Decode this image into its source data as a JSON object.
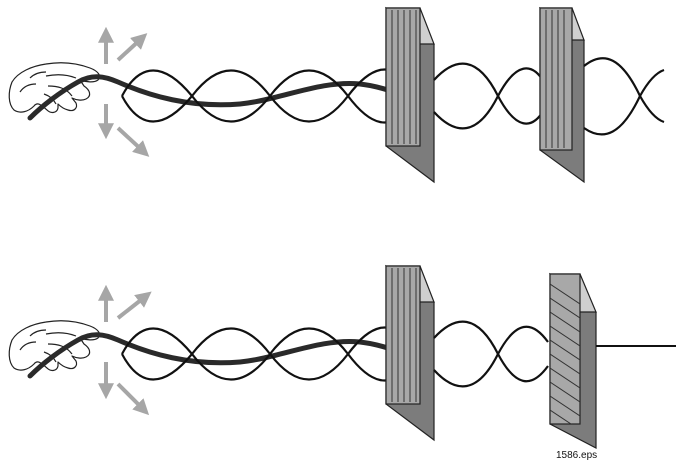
{
  "figure": {
    "file_label": "1586.eps",
    "colors": {
      "wave": "#111111",
      "rope": "#2a2a2a",
      "arrow": "#a6a6a6",
      "slot_face": "#a8a8a8",
      "slot_side": "#7c7c7c",
      "slot_top": "#cfcfcf",
      "slot_line": "#333333"
    },
    "panels": [
      {
        "name": "top",
        "arrows": [
          "up",
          "up-right",
          "down",
          "down-right"
        ],
        "filters": [
          {
            "name": "first-polarizer",
            "slit_orientation": "vertical"
          },
          {
            "name": "second-polarizer",
            "slit_orientation": "vertical"
          }
        ],
        "transmitted_wave": "both-polarizations"
      },
      {
        "name": "bottom",
        "arrows": [
          "up",
          "up-right",
          "down",
          "down-right"
        ],
        "filters": [
          {
            "name": "first-polarizer",
            "slit_orientation": "vertical"
          },
          {
            "name": "second-polarizer",
            "slit_orientation": "diagonal"
          }
        ],
        "transmitted_wave": "straight-line"
      }
    ]
  }
}
